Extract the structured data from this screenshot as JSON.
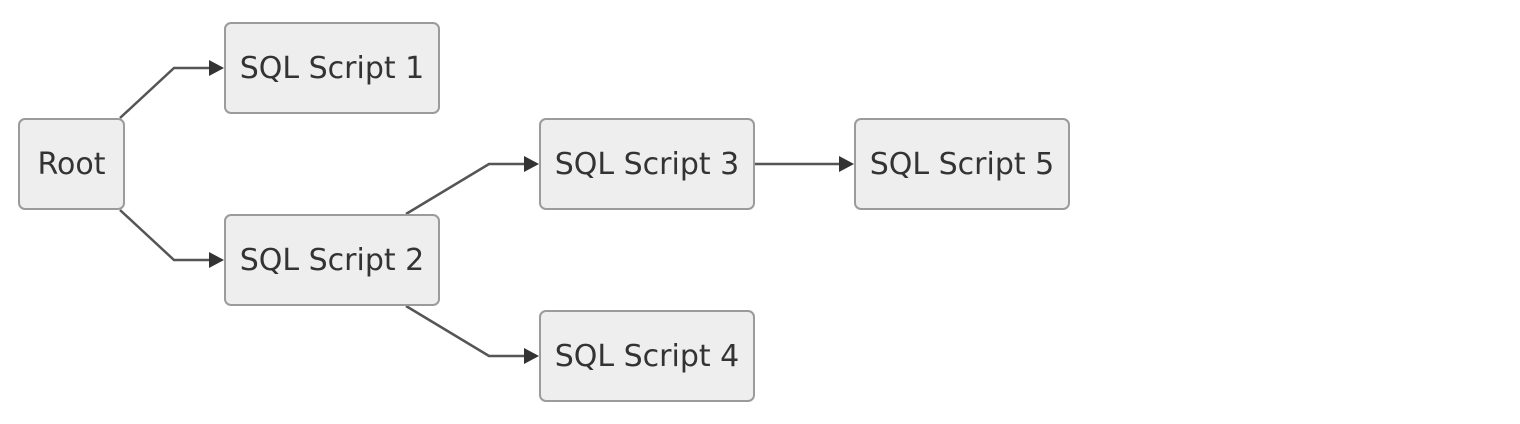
{
  "nodes": {
    "root": "Root",
    "script1": "SQL Script 1",
    "script2": "SQL Script 2",
    "script3": "SQL Script 3",
    "script4": "SQL Script 4",
    "script5": "SQL Script 5"
  },
  "edges": [
    {
      "from": "Root",
      "to": "SQL Script 1"
    },
    {
      "from": "Root",
      "to": "SQL Script 2"
    },
    {
      "from": "SQL Script 2",
      "to": "SQL Script 3"
    },
    {
      "from": "SQL Script 2",
      "to": "SQL Script 4"
    },
    {
      "from": "SQL Script 3",
      "to": "SQL Script 5"
    }
  ],
  "colors": {
    "node_fill": "#eeeeee",
    "node_border": "#9b9b9b",
    "edge": "#555555",
    "text": "#333333"
  }
}
